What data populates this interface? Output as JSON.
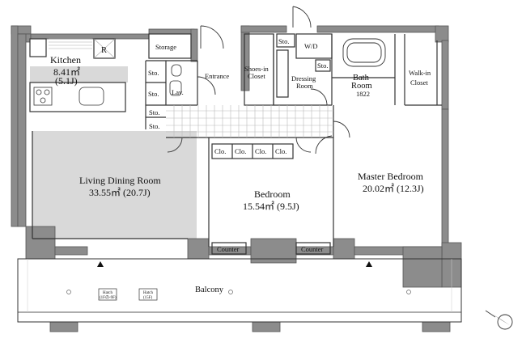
{
  "rooms": {
    "kitchen": {
      "name": "Kitchen",
      "area": "8.41㎡",
      "jo": "(5.1J)"
    },
    "living": {
      "name": "Living Dining Room",
      "area": "33.55㎡ (20.7J)"
    },
    "bedroom": {
      "name": "Bedroom",
      "area": "15.54㎡ (9.5J)"
    },
    "master": {
      "name": "Master Bedroom",
      "area": "20.02㎡ (12.3J)"
    },
    "storage": "Storage",
    "entrance": "Entrance",
    "shoes_line1": "Shoes-in",
    "shoes_line2": "Closet",
    "dressing_line1": "Dressing",
    "dressing_line2": "Room",
    "bath_line1": "Bath",
    "bath_line2": "Room",
    "bath_size": "1822",
    "walkin_line1": "Walk-in",
    "walkin_line2": "Closet",
    "lav": "Lav.",
    "balcony": "Balcony"
  },
  "small_labels": {
    "fridge": "R",
    "sto": "Sto.",
    "wd": "W/D",
    "clo": "Clo.",
    "counter": "Counter",
    "hatch": "Hatch",
    "hatch1_sub": "(1Fの-9F)",
    "hatch2_sub": "(15F)"
  },
  "colors": {
    "wall": "#8c8c8c",
    "wall_edge": "#555555",
    "living_floor": "#d9d9d9",
    "kitchen_band": "#d9d9d9",
    "line": "#333333"
  },
  "icons": [
    "compass-icon",
    "door-swing-icon",
    "bathtub-icon",
    "sink-icon",
    "stove-icon",
    "window-marker-icon"
  ]
}
